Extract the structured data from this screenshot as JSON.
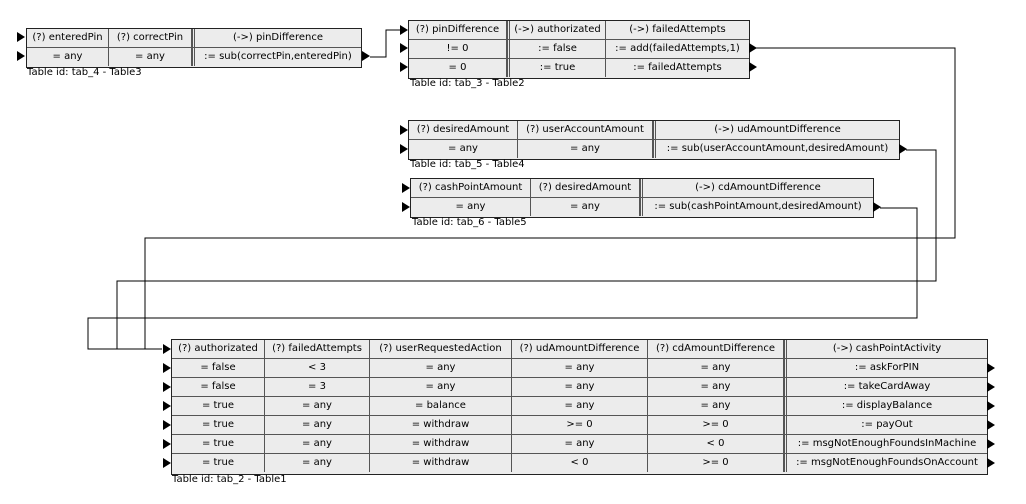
{
  "tables": [
    {
      "id": "tab_4",
      "caption": "Table id: tab_4 - Table3",
      "headers": [
        "(?) enteredPin",
        "(?) correctPin",
        "(->) pinDifference"
      ],
      "rows": [
        [
          "= any",
          "= any",
          ":= sub(correctPin,enteredPin)"
        ]
      ]
    },
    {
      "id": "tab_3",
      "caption": "Table id: tab_3 - Table2",
      "headers": [
        "(?) pinDifference",
        "(->) authorizated",
        "(->) failedAttempts"
      ],
      "rows": [
        [
          "!= 0",
          ":= false",
          ":= add(failedAttempts,1)"
        ],
        [
          "= 0",
          ":= true",
          ":= failedAttempts"
        ]
      ]
    },
    {
      "id": "tab_5",
      "caption": "Table id: tab_5 - Table4",
      "headers": [
        "(?) desiredAmount",
        "(?) userAccountAmount",
        "(->) udAmountDifference"
      ],
      "rows": [
        [
          "= any",
          "= any",
          ":= sub(userAccountAmount,desiredAmount)"
        ]
      ]
    },
    {
      "id": "tab_6",
      "caption": "Table id: tab_6 - Table5",
      "headers": [
        "(?) cashPointAmount",
        "(?) desiredAmount",
        "(->) cdAmountDifference"
      ],
      "rows": [
        [
          "= any",
          "= any",
          ":= sub(cashPointAmount,desiredAmount)"
        ]
      ]
    },
    {
      "id": "tab_2",
      "caption": "Table id: tab_2 - Table1",
      "headers": [
        "(?) authorizated",
        "(?) failedAttempts",
        "(?) userRequestedAction",
        "(?) udAmountDifference",
        "(?) cdAmountDifference",
        "(->) cashPointActivity"
      ],
      "rows": [
        [
          "= false",
          "< 3",
          "= any",
          "= any",
          "= any",
          ":= askForPIN"
        ],
        [
          "= false",
          "= 3",
          "= any",
          "= any",
          "= any",
          ":= takeCardAway"
        ],
        [
          "= true",
          "= any",
          "= balance",
          "= any",
          "= any",
          ":= displayBalance"
        ],
        [
          "= true",
          "= any",
          "= withdraw",
          ">= 0",
          ">= 0",
          ":= payOut"
        ],
        [
          "= true",
          "= any",
          "= withdraw",
          "= any",
          "< 0",
          ":= msgNotEnoughFoundsInMachine"
        ],
        [
          "= true",
          "= any",
          "= withdraw",
          "< 0",
          ">= 0",
          ":= msgNotEnoughFoundsOnAccount"
        ]
      ]
    }
  ]
}
